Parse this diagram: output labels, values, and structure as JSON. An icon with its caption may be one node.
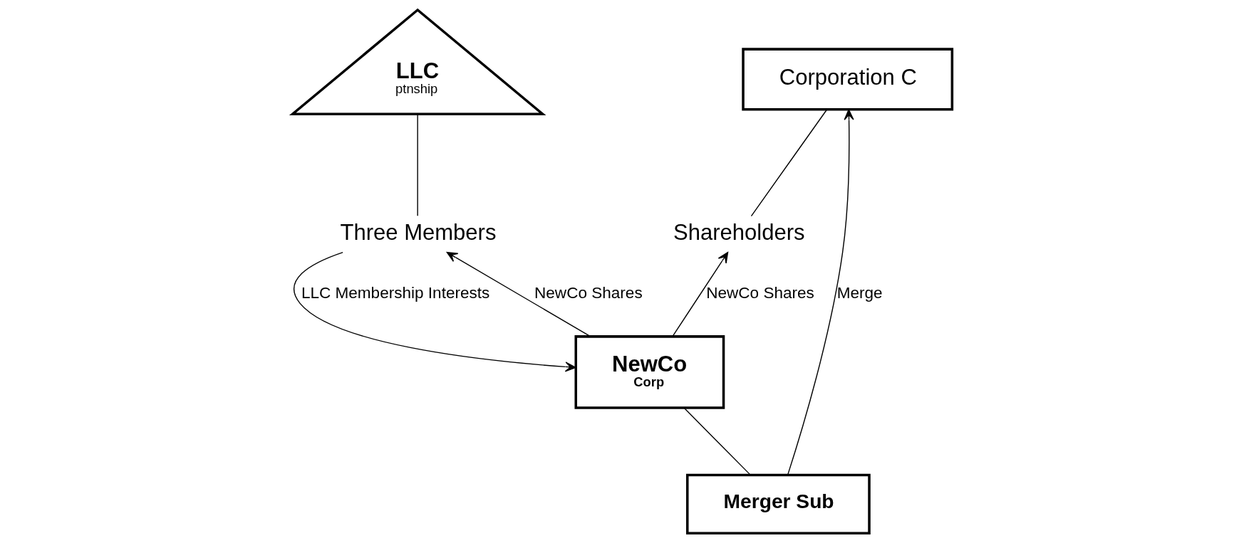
{
  "diagram": {
    "nodes": [
      {
        "text": [
          "LLC",
          "ptnship"
        ]
      },
      {
        "text": [
          "Three Members"
        ]
      },
      {
        "text": [
          "NewCo",
          "Corp"
        ]
      },
      {
        "text": [
          "Shareholders"
        ]
      },
      {
        "text": [
          "Corporation C"
        ]
      },
      {
        "text": [
          "Merger Sub"
        ]
      }
    ],
    "edges": [
      {
        "from": 0,
        "to": 1,
        "arrow": "none"
      },
      {
        "from": 1,
        "to": 2,
        "arrow": "to",
        "label": "LLC Membership Interests"
      },
      {
        "from": 2,
        "to": 1,
        "arrow": "to",
        "label": "NewCo Shares"
      },
      {
        "from": 2,
        "to": 3,
        "arrow": "to",
        "label": "NewCo Shares"
      },
      {
        "from": 3,
        "to": 4,
        "arrow": "none"
      },
      {
        "from": 2,
        "to": 5,
        "arrow": "none"
      },
      {
        "from": 5,
        "to": 4,
        "arrow": "to",
        "label": "Merge"
      }
    ]
  }
}
